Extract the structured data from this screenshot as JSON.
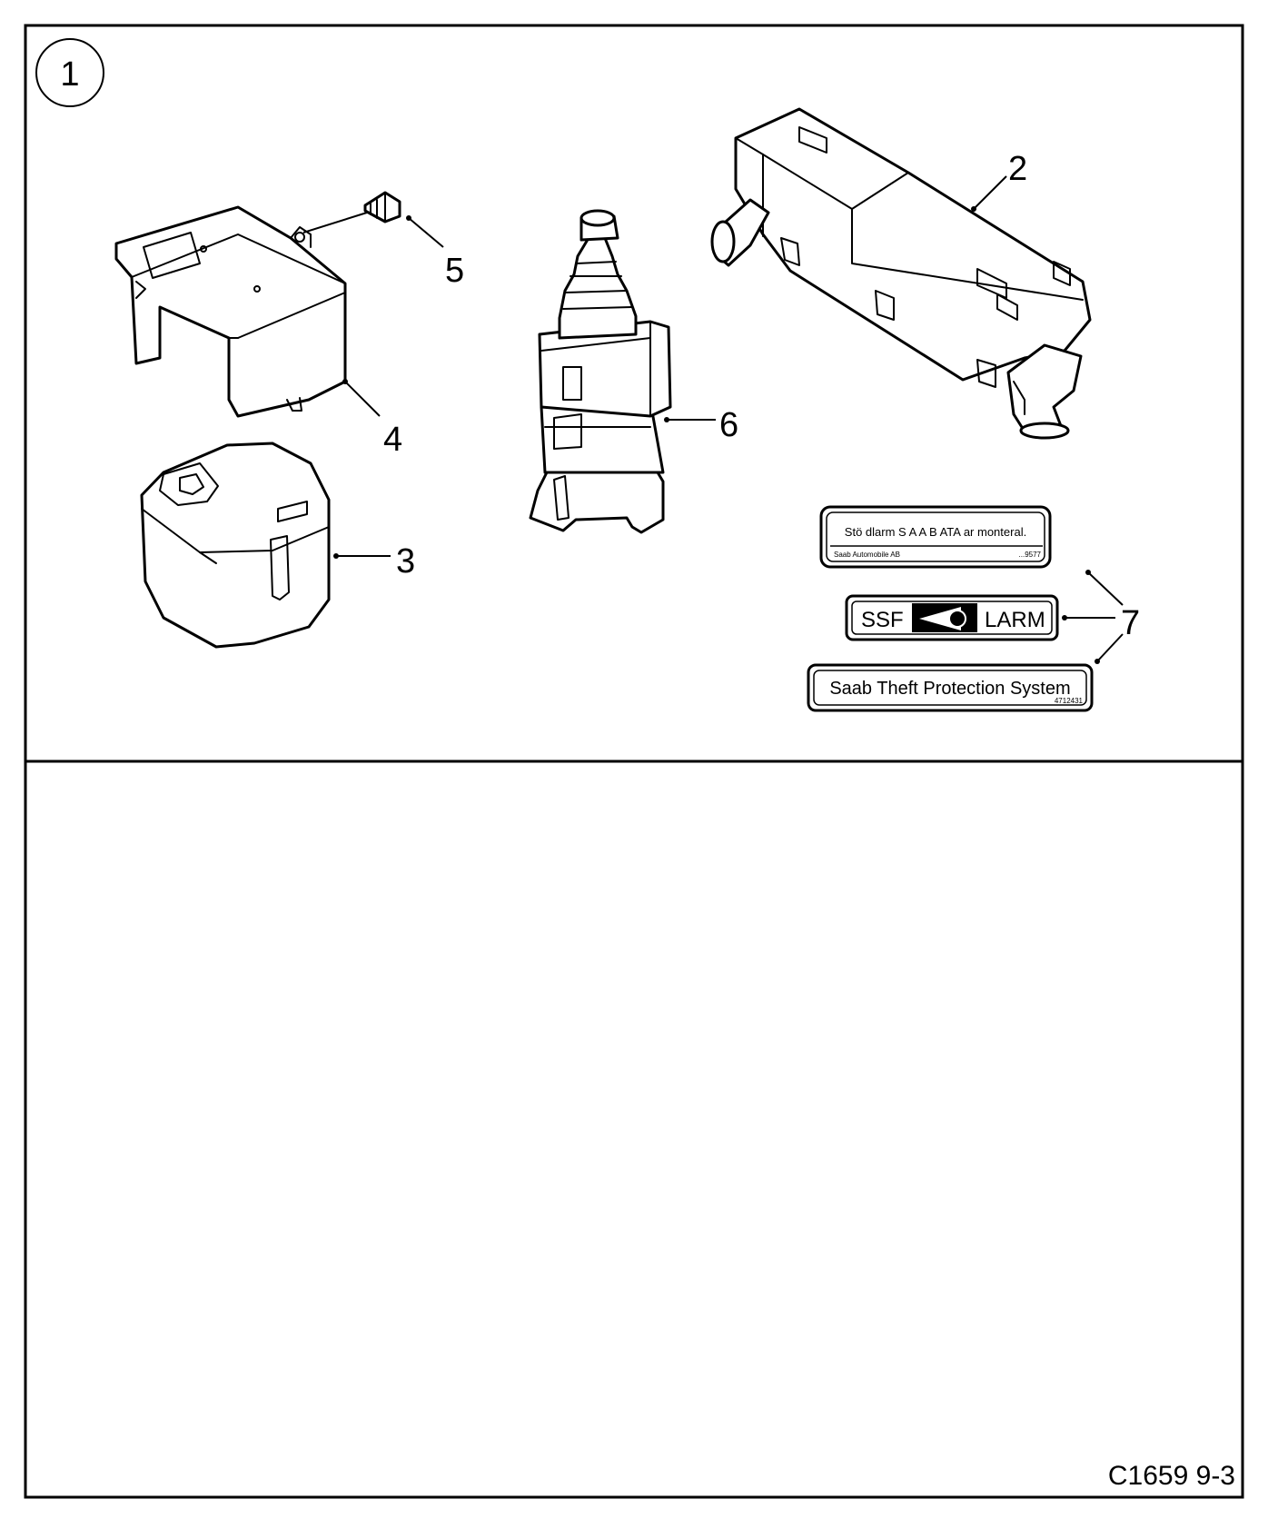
{
  "diagram": {
    "view_number": "1",
    "drawing_code": "C1659 9-3",
    "callouts": {
      "c2": "2",
      "c3": "3",
      "c4": "4",
      "c5": "5",
      "c6": "6",
      "c7": "7"
    },
    "decals": {
      "sweden_line1": "Stö dlarm S A A B ATA ar monteral.",
      "sweden_line2_left": "Saab Automobile AB",
      "sweden_line2_right": "...9577",
      "ssf_left": "SSF",
      "ssf_right": "LARM",
      "theft_text": "Saab Theft Protection System",
      "theft_code": "4712431"
    }
  }
}
